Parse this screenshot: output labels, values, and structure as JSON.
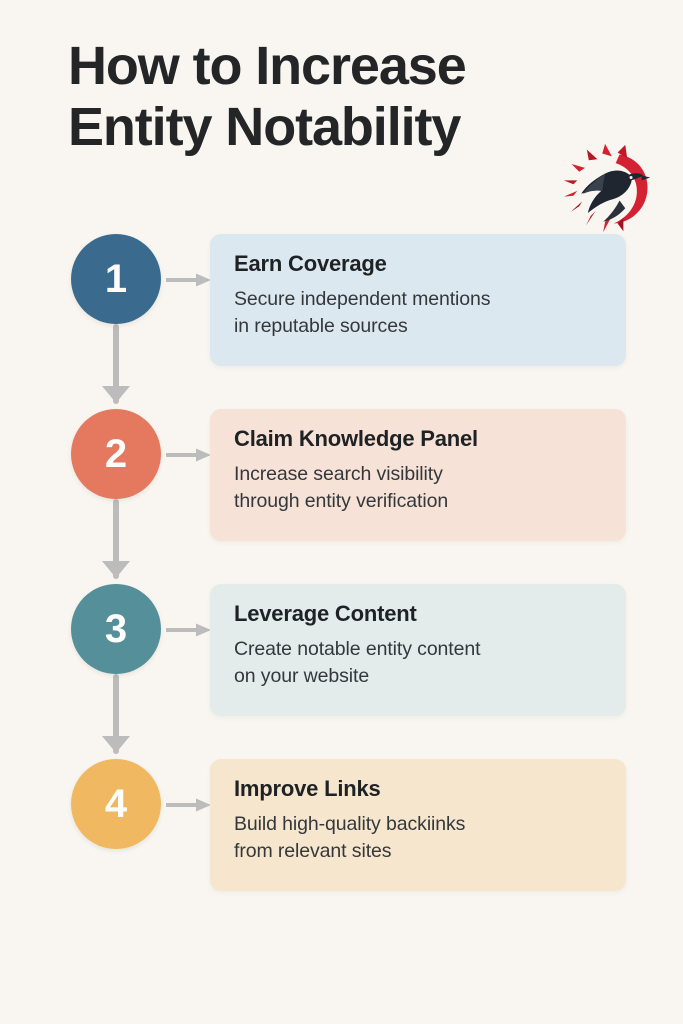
{
  "page": {
    "background_color": "#f9f6f1",
    "title_lines": [
      "How to Increase",
      "Entity Notability"
    ],
    "title_color": "#232527"
  },
  "logo": {
    "name": "raven-crescent-logo",
    "crescent_color": "#d42232",
    "crescent_dark_color": "#a3121f",
    "bird_color": "#20262f",
    "bird_highlight_color": "#39434f"
  },
  "connector": {
    "line_color": "#bcbcbc",
    "arrow_color": "#bcbcbc"
  },
  "steps": [
    {
      "number": "1",
      "title": "Earn Coverage",
      "desc_lines": [
        "Secure independent mentions",
        "in reputable sources"
      ],
      "badge_color": "#3a6b8f",
      "card_color": "#dce8ef"
    },
    {
      "number": "2",
      "title": "Claim Knowledge Panel",
      "desc_lines": [
        "Increase search visibility",
        "through entity verification"
      ],
      "badge_color": "#e4795f",
      "card_color": "#f6e2d7"
    },
    {
      "number": "3",
      "title": "Leverage Content",
      "desc_lines": [
        "Create notable entity content",
        "on your website"
      ],
      "badge_color": "#55909a",
      "card_color": "#e3ecea"
    },
    {
      "number": "4",
      "title": "Improve Links",
      "desc_lines": [
        "Build high-quality backiinks",
        "from relevant sites"
      ],
      "badge_color": "#f0b860",
      "card_color": "#f7e6ce"
    }
  ]
}
